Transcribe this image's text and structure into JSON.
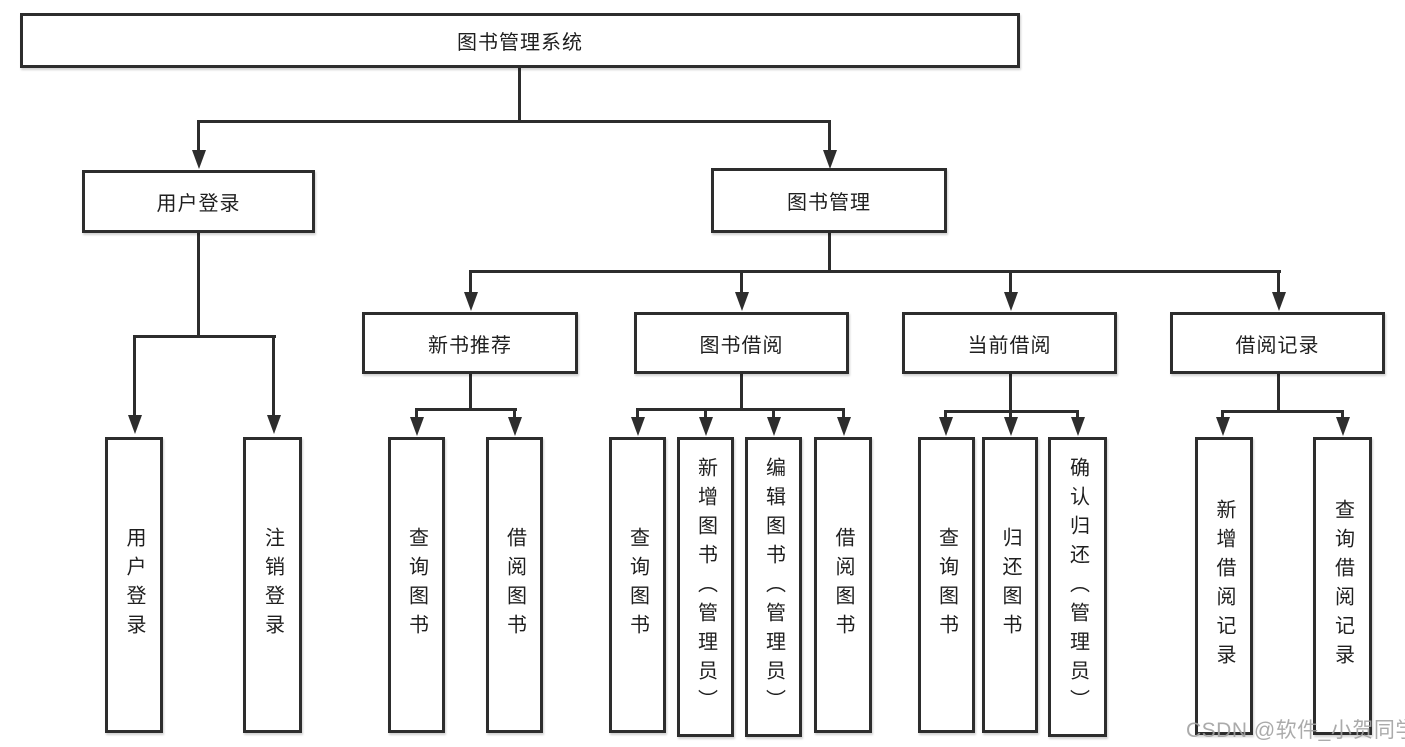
{
  "tree": {
    "root": {
      "label": "图书管理系统"
    },
    "branches": [
      {
        "label": "用户登录",
        "children": [
          {
            "label": "用户登录"
          },
          {
            "label": "注销登录"
          }
        ]
      },
      {
        "label": "图书管理",
        "children": [
          {
            "label": "新书推荐",
            "children": [
              {
                "label": "查询图书"
              },
              {
                "label": "借阅图书"
              }
            ]
          },
          {
            "label": "图书借阅",
            "children": [
              {
                "label": "查询图书"
              },
              {
                "label": "新增图书（管理员）"
              },
              {
                "label": "编辑图书（管理员）"
              },
              {
                "label": "借阅图书"
              }
            ]
          },
          {
            "label": "当前借阅",
            "children": [
              {
                "label": "查询图书"
              },
              {
                "label": "归还图书"
              },
              {
                "label": "确认归还（管理员）"
              }
            ]
          },
          {
            "label": "借阅记录",
            "children": [
              {
                "label": "新增借阅记录"
              },
              {
                "label": "查询借阅记录"
              }
            ]
          }
        ]
      }
    ]
  },
  "watermark": "CSDN @软件_小贺同学",
  "colors": {
    "line": "#2d2d2d",
    "border": "#2d2d2d",
    "text": "#1f1f1f",
    "watermark": "#a3a3a3",
    "background": "#ffffff"
  }
}
